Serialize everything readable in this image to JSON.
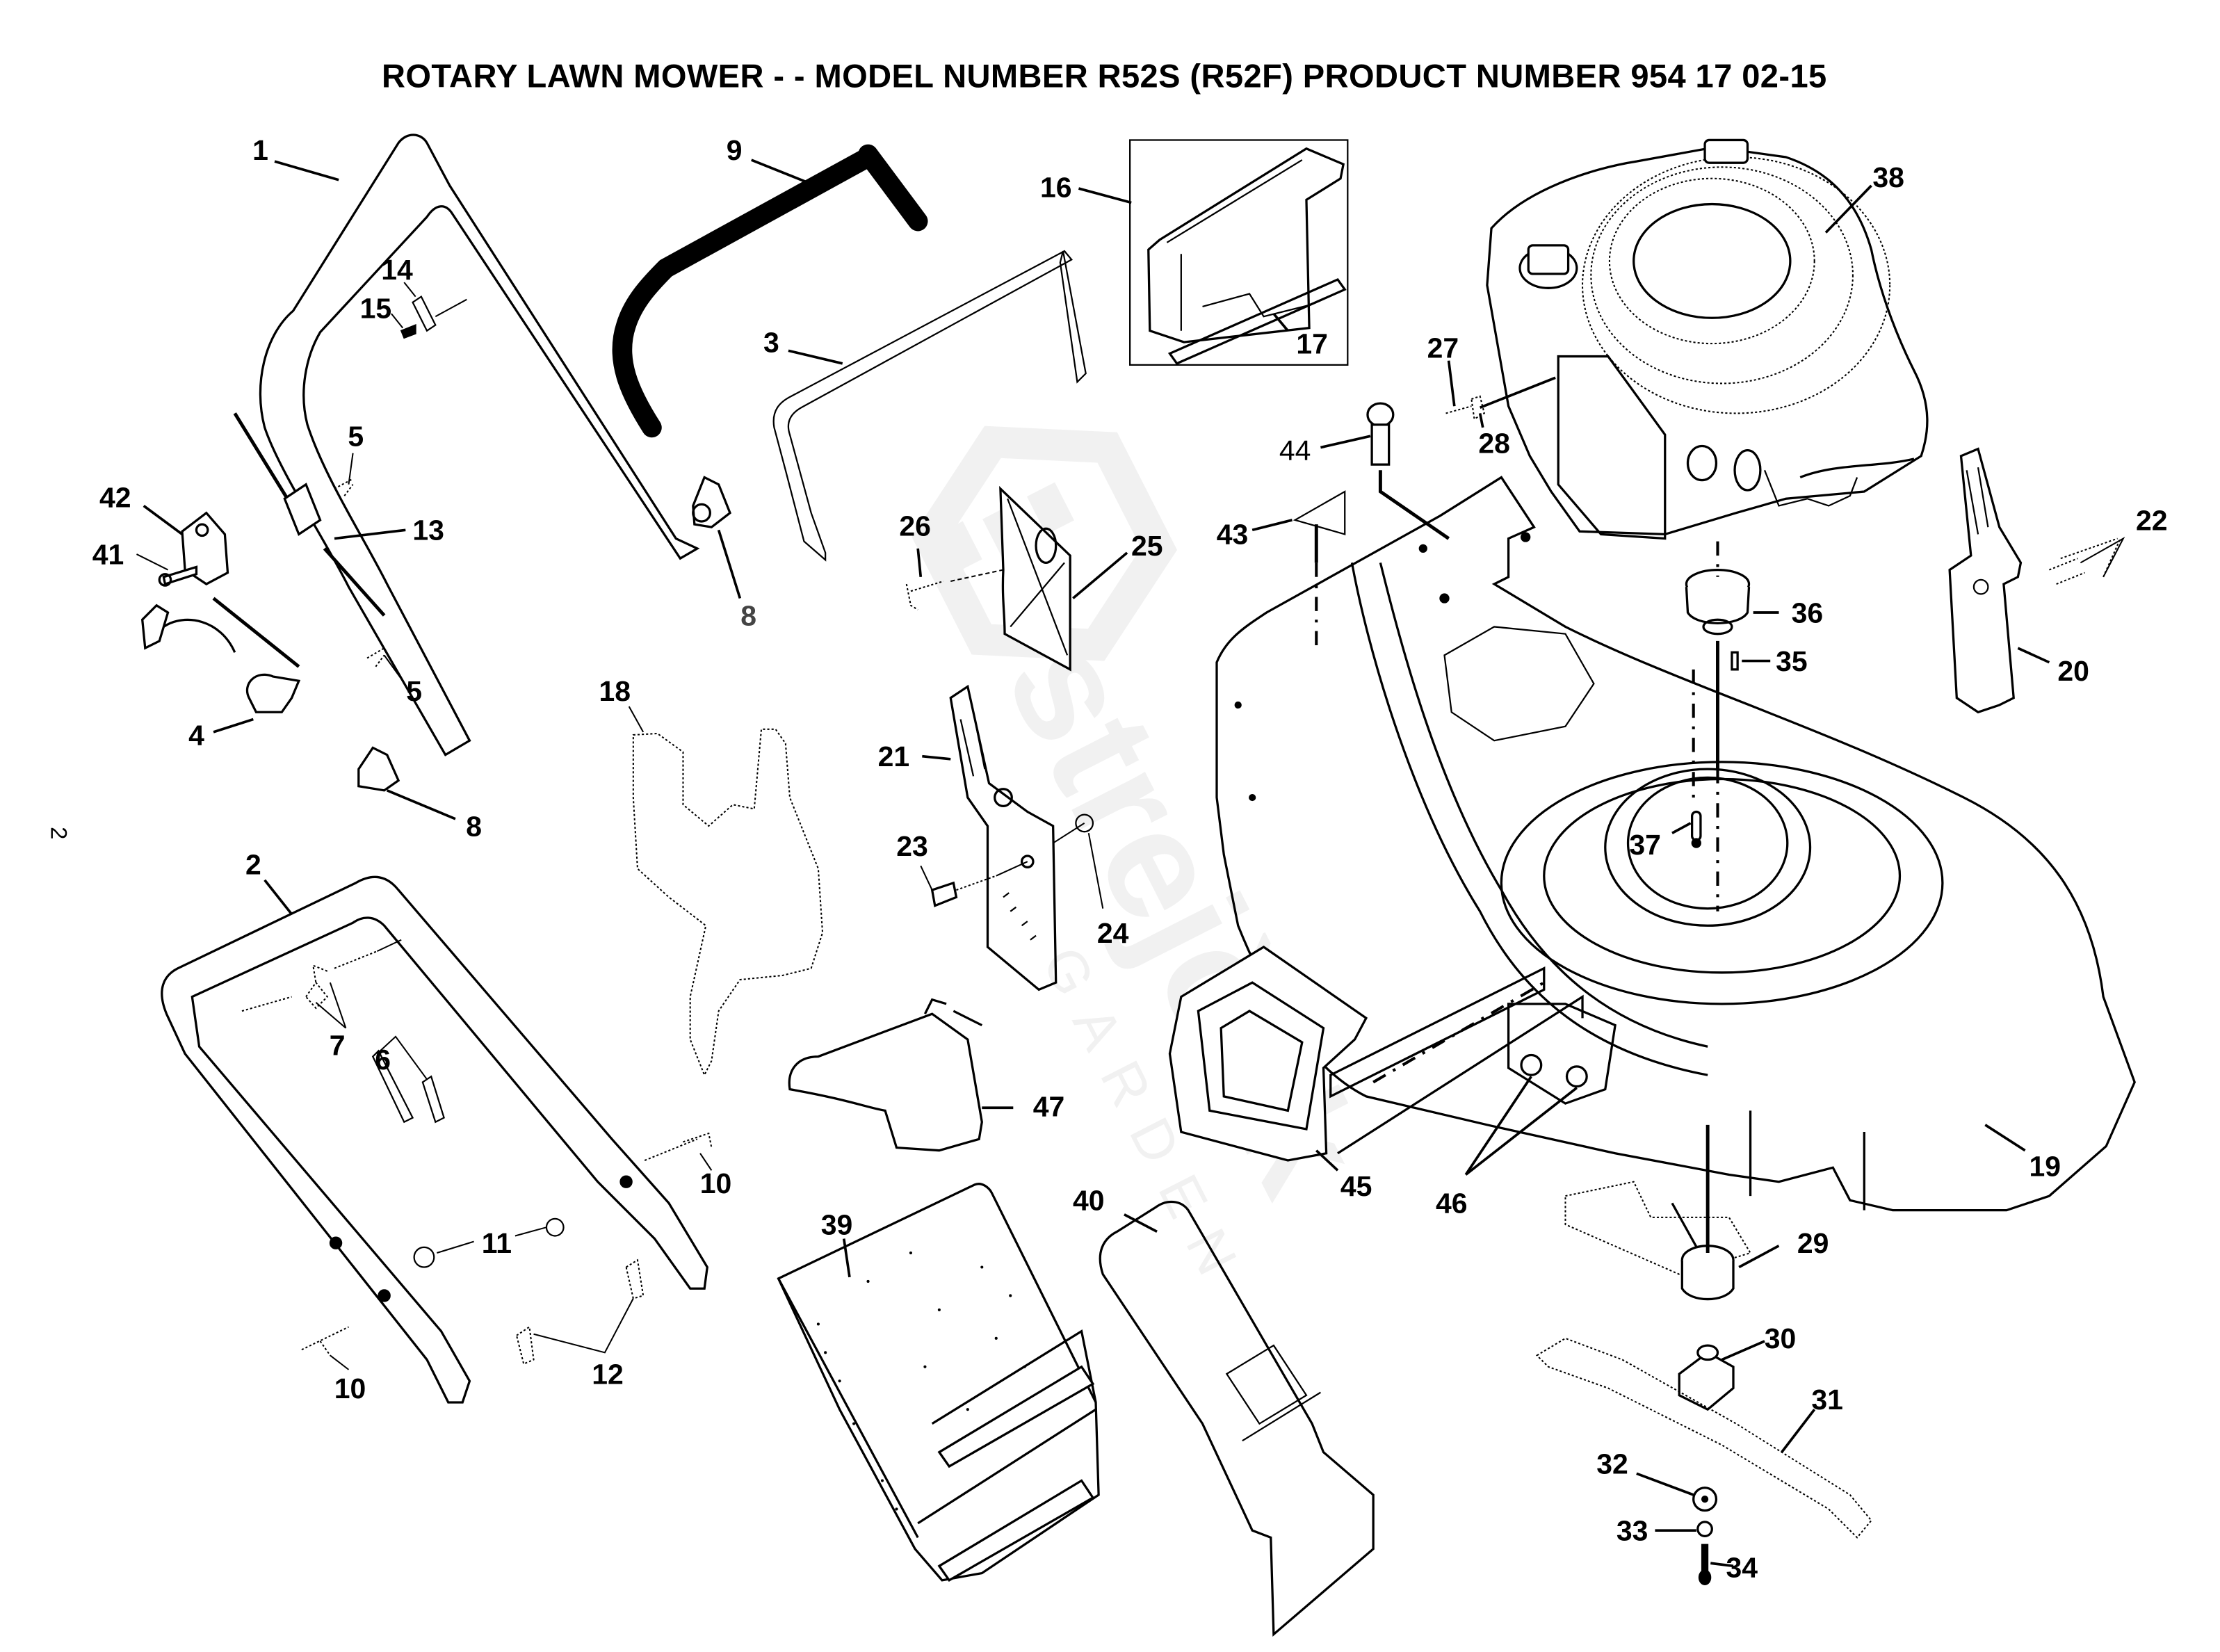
{
  "title": "ROTARY LAWN MOWER - - MODEL NUMBER R52S (R52F) PRODUCT NUMBER 954 17 02-15",
  "page_number": "2",
  "watermark": {
    "brand": "strejček",
    "sub": "GARDEN"
  },
  "parts": [
    {
      "ref": "1",
      "part": "upper-handle"
    },
    {
      "ref": "2",
      "part": "lower-handle"
    },
    {
      "ref": "3",
      "part": "brake-bail-wire"
    },
    {
      "ref": "4",
      "part": "cable-clip"
    },
    {
      "ref": "5",
      "part": "cable-tie"
    },
    {
      "ref": "5",
      "part": "cable-tie"
    },
    {
      "ref": "6",
      "part": "handle-bolts"
    },
    {
      "ref": "7",
      "part": "carriage-bolts"
    },
    {
      "ref": "8",
      "part": "handle-knob"
    },
    {
      "ref": "8",
      "part": "handle-knob"
    },
    {
      "ref": "9",
      "part": "foam-grip"
    },
    {
      "ref": "10",
      "part": "handle-pin"
    },
    {
      "ref": "10",
      "part": "handle-pin"
    },
    {
      "ref": "11",
      "part": "nut"
    },
    {
      "ref": "12",
      "part": "hair-pin-clip"
    },
    {
      "ref": "13",
      "part": "throttle-cable"
    },
    {
      "ref": "14",
      "part": "cable-guide"
    },
    {
      "ref": "15",
      "part": "screw"
    },
    {
      "ref": "16",
      "part": "rear-door-assembly"
    },
    {
      "ref": "17",
      "part": "door-hinge-rod"
    },
    {
      "ref": "18",
      "part": "mulch-plug"
    },
    {
      "ref": "19",
      "part": "deck"
    },
    {
      "ref": "20",
      "part": "height-adjuster-right"
    },
    {
      "ref": "21",
      "part": "height-adjuster-left"
    },
    {
      "ref": "22",
      "part": "bolts"
    },
    {
      "ref": "23",
      "part": "bolt"
    },
    {
      "ref": "24",
      "part": "nut"
    },
    {
      "ref": "25",
      "part": "rear-shield"
    },
    {
      "ref": "26",
      "part": "screw"
    },
    {
      "ref": "27",
      "part": "screw"
    },
    {
      "ref": "28",
      "part": "cable-clamp"
    },
    {
      "ref": "29",
      "part": "blade-adapter"
    },
    {
      "ref": "30",
      "part": "blade-holder"
    },
    {
      "ref": "31",
      "part": "blade"
    },
    {
      "ref": "32",
      "part": "washer"
    },
    {
      "ref": "33",
      "part": "lock-washer"
    },
    {
      "ref": "34",
      "part": "blade-bolt"
    },
    {
      "ref": "35",
      "part": "key"
    },
    {
      "ref": "36",
      "part": "flywheel-adapter"
    },
    {
      "ref": "37",
      "part": "engine-bolt"
    },
    {
      "ref": "38",
      "part": "engine"
    },
    {
      "ref": "39",
      "part": "grass-bag"
    },
    {
      "ref": "40",
      "part": "bag-frame"
    },
    {
      "ref": "41",
      "part": "screw"
    },
    {
      "ref": "42",
      "part": "throttle-control"
    },
    {
      "ref": "43",
      "part": "decal"
    },
    {
      "ref": "44",
      "part": "bolt"
    },
    {
      "ref": "45",
      "part": "side-discharge-chute"
    },
    {
      "ref": "46",
      "part": "nuts"
    },
    {
      "ref": "47",
      "part": "discharge-deflector"
    }
  ]
}
